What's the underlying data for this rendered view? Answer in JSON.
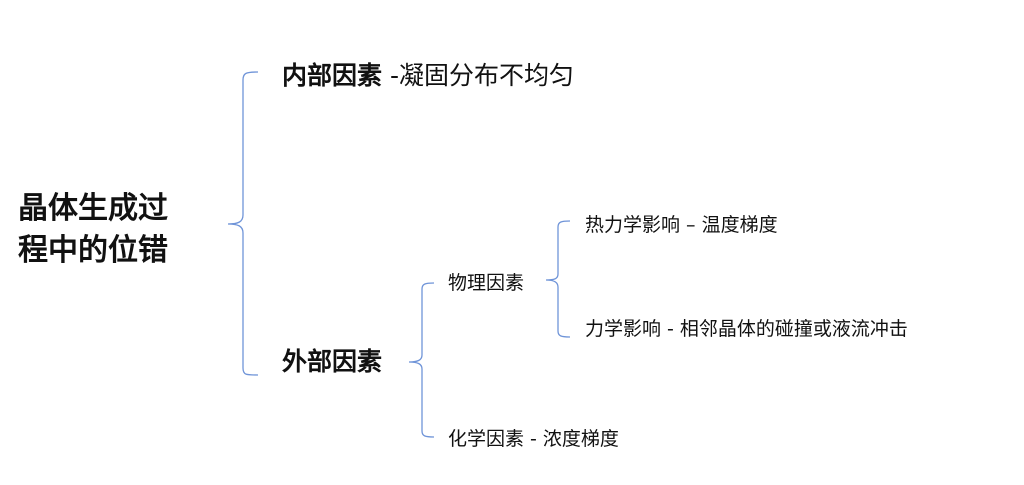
{
  "root": {
    "line1": "晶体生成过",
    "line2": "程中的位错"
  },
  "internal": {
    "label": "内部因素",
    "detail": " -凝固分布不均匀"
  },
  "external": {
    "label": "外部因素",
    "physical": {
      "label": "物理因素",
      "children": [
        "热力学影响 – 温度梯度",
        "力学影响 - 相邻晶体的碰撞或液流冲击"
      ]
    },
    "chemical": {
      "label": "化学因素 -  浓度梯度"
    }
  },
  "colors": {
    "bracket": "#6f94d8",
    "text": "#111111"
  }
}
